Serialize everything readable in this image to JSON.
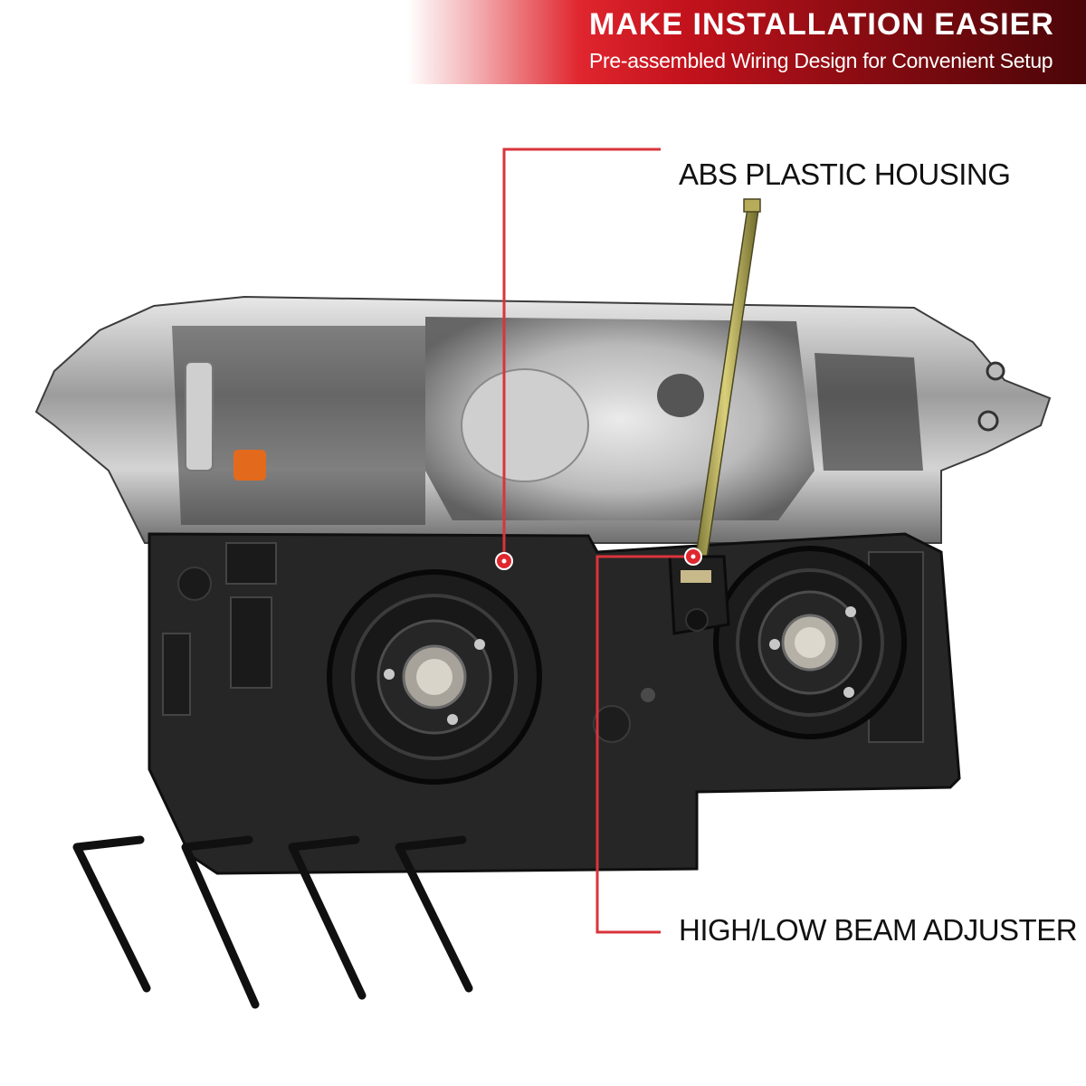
{
  "banner": {
    "title": "MAKE INSTALLATION EASIER",
    "subtitle": "Pre-assembled Wiring Design for Convenient Setup",
    "colors": {
      "accent": "#e0262e",
      "dark": "#4a0508"
    }
  },
  "callouts": {
    "housing": "ABS PLASTIC HOUSING",
    "adjuster": "HIGH/LOW BEAM ADJUSTER"
  },
  "leader_color": "#d9343b",
  "hex_key_count": 4
}
